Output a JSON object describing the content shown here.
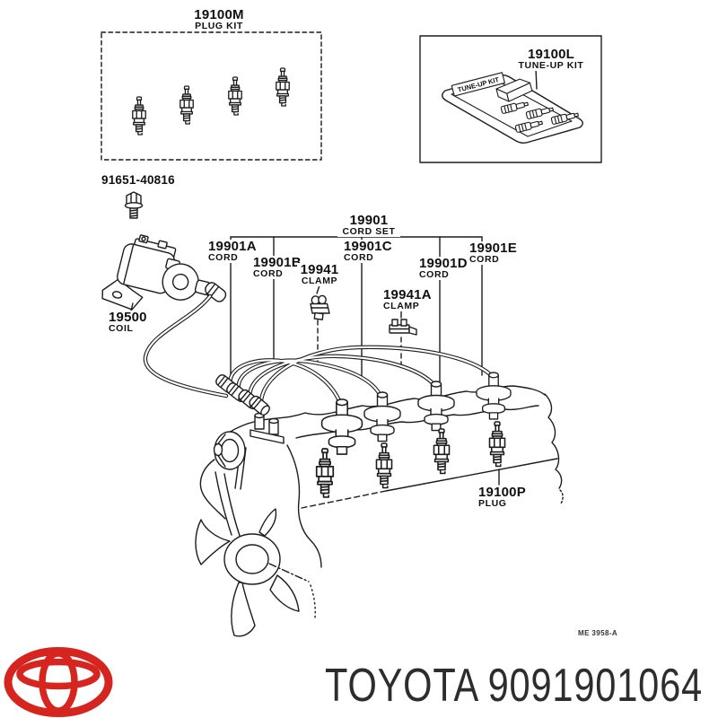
{
  "diagram": {
    "ref_code": "ME 3958-A",
    "line_color": "#1c1c1c",
    "background": "#ffffff"
  },
  "parts": {
    "plug_kit": {
      "number": "19100M",
      "name": "PLUG KIT"
    },
    "tune_up_kit": {
      "number": "19100L",
      "name": "TUNE-UP KIT",
      "package_label": "TUNE-UP KIT"
    },
    "mount_bolt": {
      "number": "91651-40816"
    },
    "coil": {
      "number": "19500",
      "name": "COIL"
    },
    "cord_set": {
      "number": "19901",
      "name": "CORD SET"
    },
    "cord_a": {
      "number": "19901A",
      "name": "CORD"
    },
    "cord_b": {
      "number": "19901B",
      "name": "CORD"
    },
    "cord_c": {
      "number": "19901C",
      "name": "CORD"
    },
    "cord_d": {
      "number": "19901D",
      "name": "CORD"
    },
    "cord_e": {
      "number": "19901E",
      "name": "CORD"
    },
    "clamp": {
      "number": "19941",
      "name": "CLAMP"
    },
    "clamp_a": {
      "number": "19941A",
      "name": "CLAMP"
    },
    "spark_plug": {
      "number": "19100P",
      "name": "PLUG"
    }
  },
  "footer": {
    "brand": "TOYOTA",
    "part_number": "9091901064",
    "logo_icon": "toyota-logo",
    "logo_color": "#d6241f"
  }
}
